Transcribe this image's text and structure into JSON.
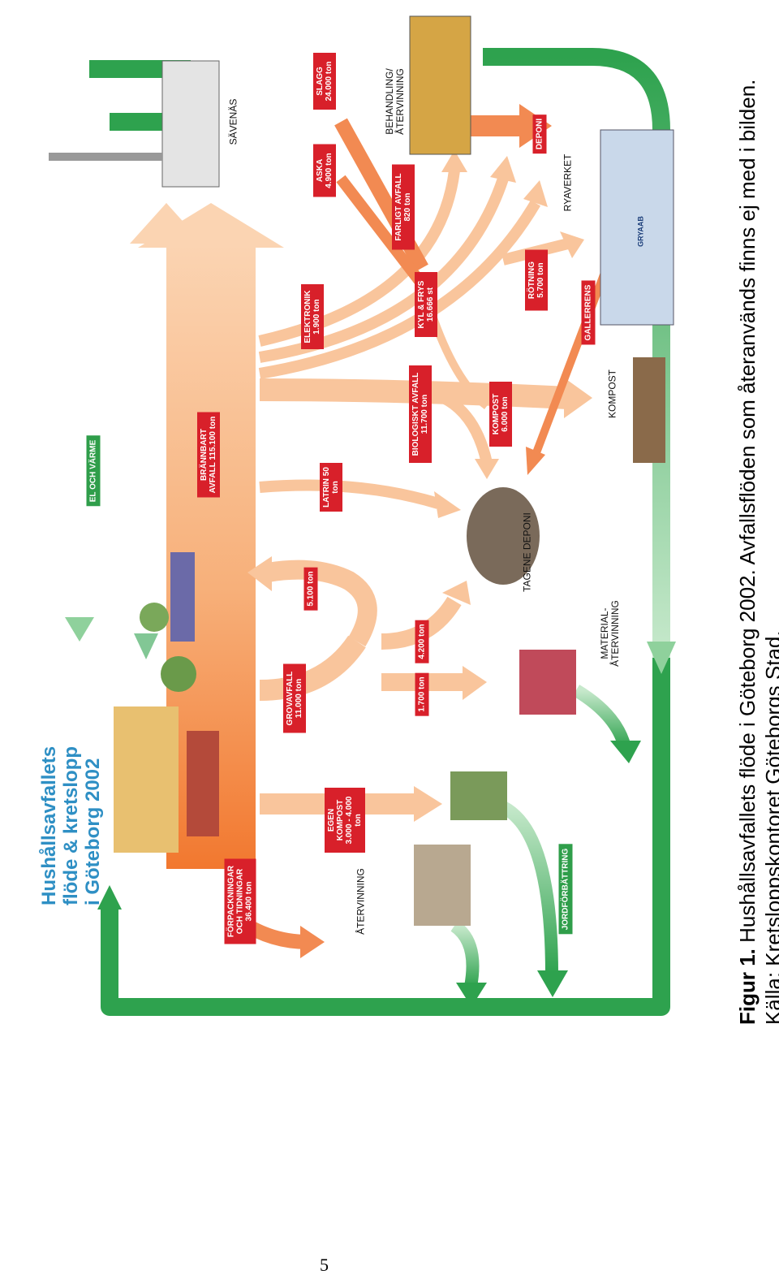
{
  "title": {
    "line1": "Hushållsavfallets",
    "line2": "flöde & kretslopp",
    "line3": "i Göteborg 2002"
  },
  "labels": {
    "el_och_varme": "EL OCH VÄRME",
    "jordforbattring": "JORDFÖRBÄTTRING",
    "forpackningar": "FÖRPACKNINGAR OCH TIDNINGAR 36.400 ton",
    "egen_kompost": "EGEN KOMPOST 3.000 - 4.000 ton",
    "grovavfall": "GROVAVFALL 11.000 ton",
    "grov_1700": "1.700 ton",
    "grov_4200": "4.200 ton",
    "grov_5100": "5.100 ton",
    "latrin": "LATRIN 50 ton",
    "brannbart": "BRÄNNBART AVFALL 115.100 ton",
    "elektronik": "ELEKTRONIK 1.900 ton",
    "aska": "ASKA 4.900 ton",
    "slagg": "SLAGG 24.000 ton",
    "farligt": "FARLIGT AVFALL 820 ton",
    "kyl_frys": "KYL & FRYS 16.666 st",
    "biologiskt": "BIOLOGISKT AVFALL 11.700 ton",
    "kompost_ton": "KOMPOST 6.000 ton",
    "rotning": "RÖTNING 5.700 ton",
    "deponi": "DEPONI",
    "gallerrens": "GALLERRENS"
  },
  "places": {
    "atervinning": "ÅTERVINNING",
    "material": "MATERIAL- ÅTERVINNING",
    "tagene": "TAGENE DEPONI",
    "kompost": "KOMPOST",
    "ryaverket": "RYAVERKET",
    "behandling": "BEHANDLING/ ÅTERVINNING",
    "savenas": "SÄVENÄS",
    "gryaab": "GRYAAB"
  },
  "caption": {
    "figur": "Figur 1.",
    "line1_rest": " Hushållsavfallets flöde i Göteborg 2002. Avfallsflöden som återanvänds finns ej med i bilden.",
    "line2": "Källa: Kretsloppskontoret Göteborgs Stad."
  },
  "page_number": "5",
  "colors": {
    "green_loop": "#2ea24e",
    "orange_arrow": "#f59a5a",
    "red_box": "#d8202a",
    "title_blue": "#2e8fc4"
  }
}
